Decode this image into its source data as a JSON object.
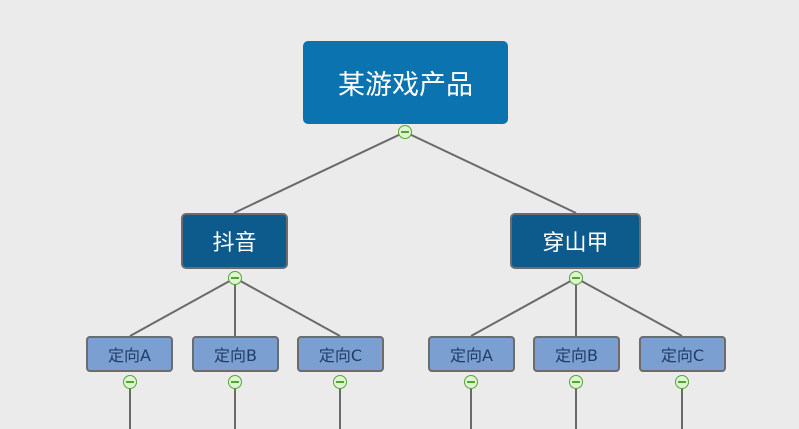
{
  "root": {
    "label": "某游戏产品"
  },
  "branches": [
    {
      "label": "抖音",
      "children": [
        "定向A",
        "定向B",
        "定向C"
      ]
    },
    {
      "label": "穿山甲",
      "children": [
        "定向A",
        "定向B",
        "定向C"
      ]
    }
  ],
  "colors": {
    "background": "#ebebeb",
    "root_fill": "#0b73b0",
    "branch_fill": "#0d5b8d",
    "leaf_fill": "#7b9fd1",
    "leaf_text": "#1f3d66",
    "connector": "#6a6a6a",
    "toggle": "#57a33b"
  },
  "icons": {
    "collapse_toggle": "collapse-toggle-icon"
  }
}
